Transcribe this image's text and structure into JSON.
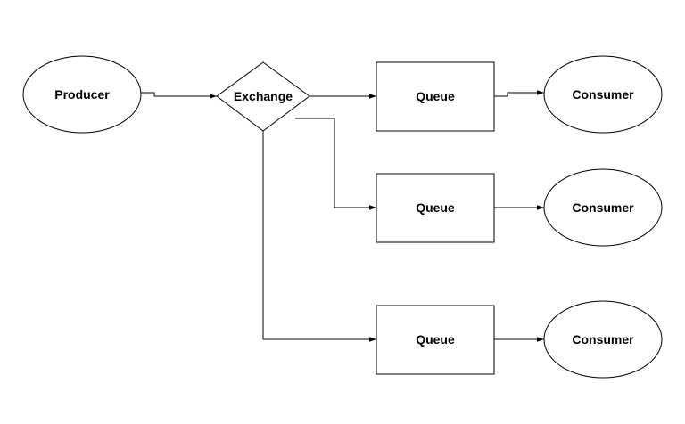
{
  "diagram": {
    "producer": {
      "label": "Producer"
    },
    "exchange": {
      "label": "Exchange"
    },
    "queues": [
      {
        "label": "Queue"
      },
      {
        "label": "Queue"
      },
      {
        "label": "Queue"
      }
    ],
    "consumers": [
      {
        "label": "Consumer"
      },
      {
        "label": "Consumer"
      },
      {
        "label": "Consumer"
      }
    ]
  }
}
